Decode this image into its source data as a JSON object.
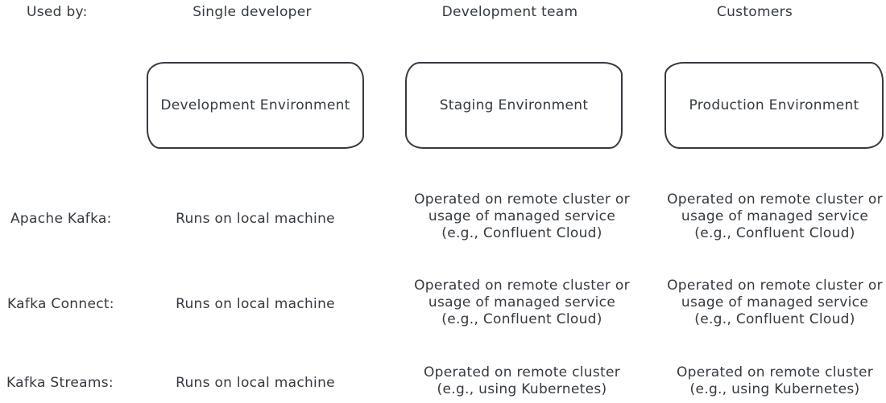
{
  "header": {
    "used_by_label": "Used by:",
    "columns": [
      "Single developer",
      "Development team",
      "Customers"
    ]
  },
  "environments": [
    "Development Environment",
    "Staging Environment",
    "Production Environment"
  ],
  "rows": [
    {
      "label": "Apache Kafka:",
      "cells": [
        "Runs on local machine",
        "Operated on remote cluster or\nusage of managed service\n(e.g., Confluent Cloud)",
        "Operated on remote cluster or\nusage of managed service\n(e.g., Confluent Cloud)"
      ]
    },
    {
      "label": "Kafka Connect:",
      "cells": [
        "Runs on local machine",
        "Operated on remote cluster or\nusage of managed service\n(e.g., Confluent Cloud)",
        "Operated on remote cluster or\nusage of managed service\n(e.g., Confluent Cloud)"
      ]
    },
    {
      "label": "Kafka Streams:",
      "cells": [
        "Runs on local machine",
        "Operated on remote cluster\n(e.g., using Kubernetes)",
        "Operated on remote cluster\n(e.g., using Kubernetes)"
      ]
    }
  ],
  "colors": {
    "ink": "#343a40",
    "background": "#ffffff"
  }
}
